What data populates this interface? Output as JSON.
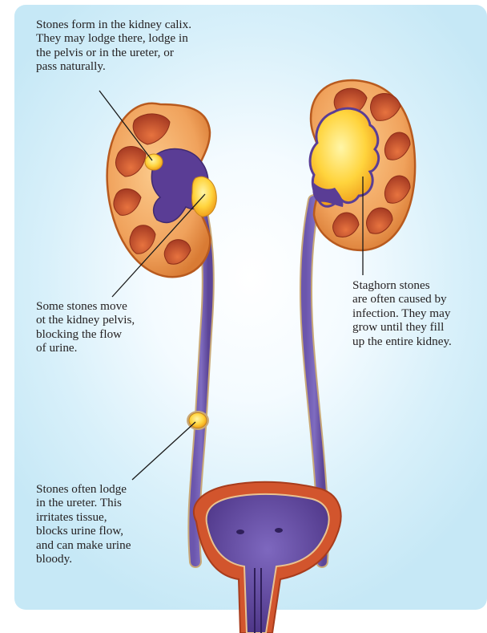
{
  "captions": {
    "calix": "Stones form in the kidney calix.\nThey may lodge there, lodge in\nthe pelvis or in the ureter, or\npass naturally.",
    "pelvis": "Some stones move\not the kidney pelvis,\nblocking the flow\nof urine.",
    "staghorn": "Staghorn stones\nare often caused by\ninfection. They may\ngrow until they fill\nup the entire kidney.",
    "ureter": "Stones often lodge\nin the ureter. This\nirritates tissue,\nblocks urine flow,\nand can make urine\nbloody."
  },
  "colors": {
    "background": "#cdeaf6",
    "kidney": "#f0a25c",
    "kidney_outline": "#b85a1e",
    "pyramid": "#b2452a",
    "urine": "#5a3d95",
    "stone": "#ffd43d",
    "bladder_wall": "#d2552d",
    "leader_line": "#1a1a1a"
  }
}
